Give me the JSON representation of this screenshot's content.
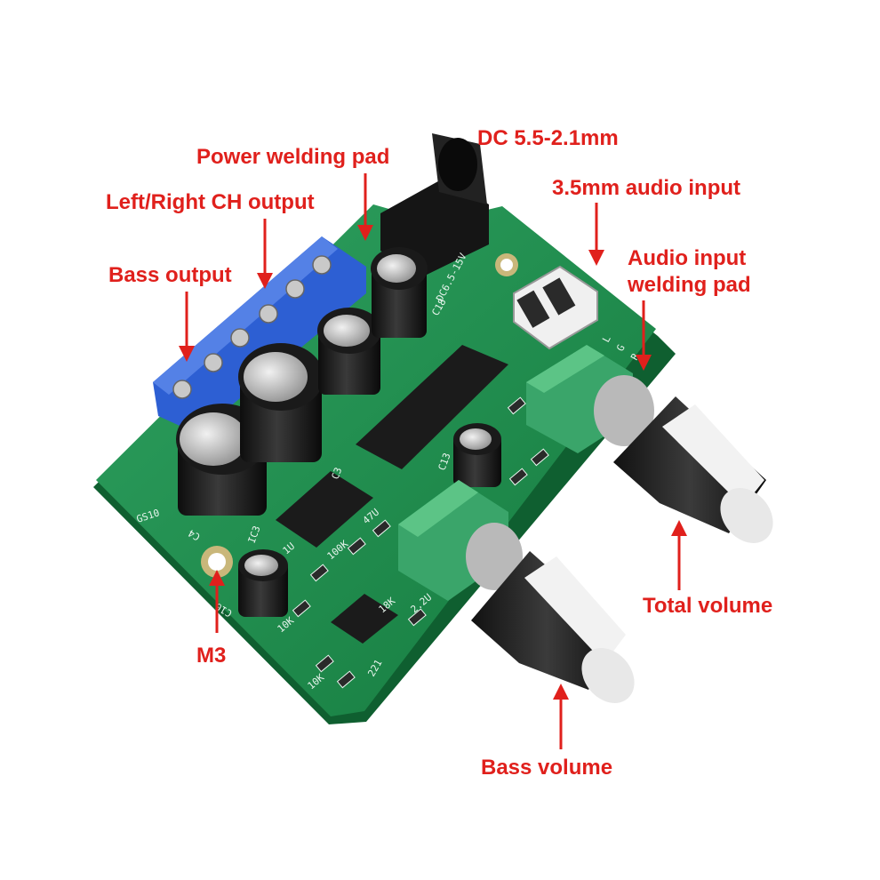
{
  "labels": {
    "dc_jack": "DC 5.5-2.1mm",
    "power_pad": "Power welding pad",
    "lr_output": "Left/Right CH output",
    "audio_input": "3.5mm audio input",
    "bass_output": "Bass output",
    "audio_pad_line1": "Audio input",
    "audio_pad_line2": "welding pad",
    "total_volume": "Total volume",
    "m3": "M3",
    "bass_volume": "Bass volume"
  },
  "silkscreen": {
    "board_name": "GS10",
    "dc_range": "DC6.5-15V",
    "c4": "C4",
    "c3": "C3",
    "c18": "C18",
    "c13": "C13",
    "ic3": "IC3",
    "c10": "C10",
    "in_l": "L",
    "in_g": "G",
    "in_r": "R",
    "r_100k": "100K",
    "r_10k": "10K",
    "r_18k": "18K",
    "r_221": "221",
    "cap_22u": "2.2U",
    "cap_1u": "1U",
    "cap_47u": "47U",
    "r_10k_b": "10K"
  },
  "colors": {
    "label_red": "#e0201c",
    "pcb_green": "#1f8a4c",
    "terminal_blue": "#2d5fd3",
    "pot_green": "#3aa56a"
  }
}
